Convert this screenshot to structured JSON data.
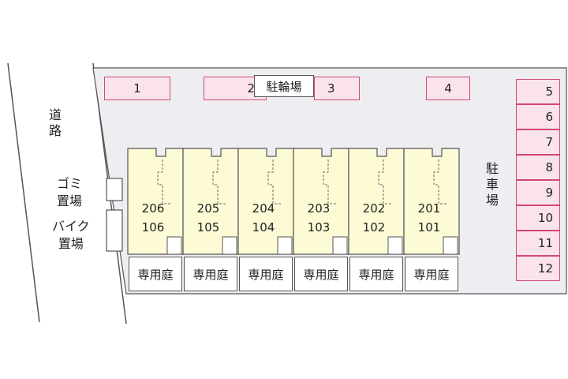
{
  "road": {
    "label": "道路"
  },
  "bicycle_parking": {
    "label": "駐輪場"
  },
  "parking": {
    "label": "駐車場"
  },
  "garbage": {
    "label_line1": "ゴミ",
    "label_line2": "置場"
  },
  "bike_area": {
    "label_line1": "バイク",
    "label_line2": "置場"
  },
  "top_stalls": [
    "1",
    "2",
    "3",
    "4"
  ],
  "side_stalls": [
    "5",
    "6",
    "7",
    "8",
    "9",
    "10",
    "11",
    "12"
  ],
  "units": [
    {
      "upper": "206",
      "lower": "106",
      "garden": "専用庭"
    },
    {
      "upper": "205",
      "lower": "105",
      "garden": "専用庭"
    },
    {
      "upper": "204",
      "lower": "104",
      "garden": "専用庭"
    },
    {
      "upper": "203",
      "lower": "103",
      "garden": "専用庭"
    },
    {
      "upper": "202",
      "lower": "102",
      "garden": "専用庭"
    },
    {
      "upper": "201",
      "lower": "101",
      "garden": "専用庭"
    }
  ],
  "colors": {
    "lot": "#eeeef2",
    "building": "#fdfbd6",
    "stall_fill": "#fbe3ec",
    "stall_border": "#d14a6e"
  }
}
